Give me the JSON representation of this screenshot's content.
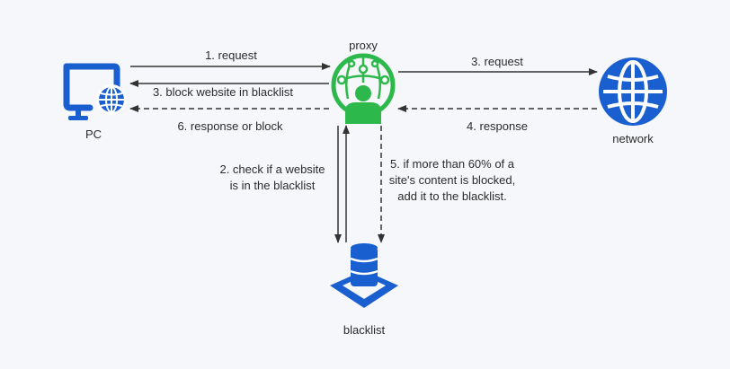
{
  "colors": {
    "background": "#f5f7fa",
    "device_blue": "#1a5fcf",
    "proxy_green": "#2db84c",
    "arrow": "#333333",
    "text": "#2b2b2b"
  },
  "nodes": {
    "pc": {
      "label": "PC",
      "icon": "computer-globe-icon"
    },
    "proxy": {
      "label": "proxy",
      "icon": "proxy-user-globe-icon"
    },
    "network": {
      "label": "network",
      "icon": "globe-icon"
    },
    "blacklist": {
      "label": "blacklist",
      "icon": "database-stack-icon"
    }
  },
  "edges": {
    "e1": {
      "label": "1. request",
      "style": "solid"
    },
    "e3a": {
      "label": "3. block website in blacklist",
      "style": "solid"
    },
    "e6": {
      "label": "6. response or block",
      "style": "dashed"
    },
    "e3b": {
      "label": "3. request",
      "style": "solid"
    },
    "e4": {
      "label": "4. response",
      "style": "dashed"
    },
    "e2": {
      "label_lines": [
        "2. check if a website",
        "is in the blacklist"
      ],
      "style": "solid"
    },
    "e5": {
      "label_lines": [
        "5. if more than 60% of a",
        "site's content is blocked,",
        "add it to the blacklist."
      ],
      "style": "dashed"
    }
  }
}
